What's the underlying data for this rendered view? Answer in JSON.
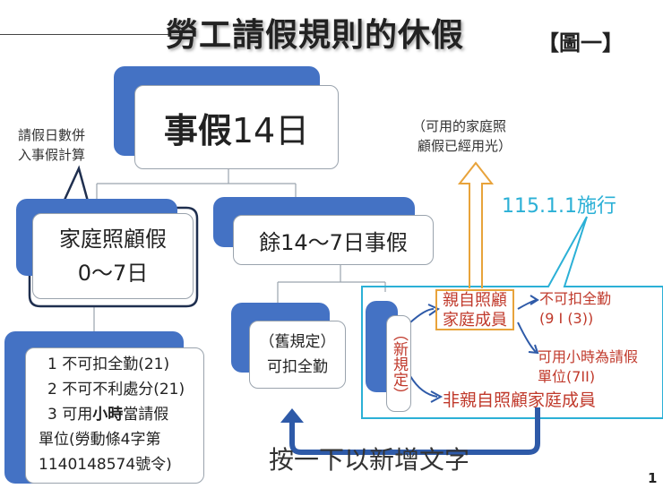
{
  "title": "勞工請假規則的休假",
  "figure_label": "【圖一】",
  "root": {
    "bold": "事假",
    "rest": "14日"
  },
  "callout_note": {
    "line1": "請假日數併",
    "line2": "入事假計算"
  },
  "family_leave": {
    "line1": "家庭照顧假",
    "line2": "0～7日"
  },
  "remaining": "餘14～7日事假",
  "rules_list": {
    "item1": "1 不可扣全勤(21)",
    "item2": "2 不可不利處分(21)",
    "item3_a": "3 可用",
    "item3_bold": "小時",
    "item3_b": "當請假",
    "item4": "單位(勞動條4字第",
    "item5": "1140148574號令)"
  },
  "old_rule": {
    "line1": "（舊規定）",
    "line2": "可扣全勤"
  },
  "new_rule": "（新規定）",
  "effective": "115.1.1施行",
  "used_up_note": {
    "line1": "（可用的家庭照",
    "line2": "顧假已經用光）"
  },
  "family_member": {
    "line1": "親自照顧",
    "line2": "家庭成員"
  },
  "deduct_note": {
    "line1": "不可扣全勤",
    "line2": "(9 I (3))"
  },
  "hourly_note": {
    "line1": "可用小時為請假",
    "line2": "單位(7II)"
  },
  "non_family": "非親自照顧家庭成員",
  "click_hint": "按一下以新增文字",
  "page_number": "1"
}
